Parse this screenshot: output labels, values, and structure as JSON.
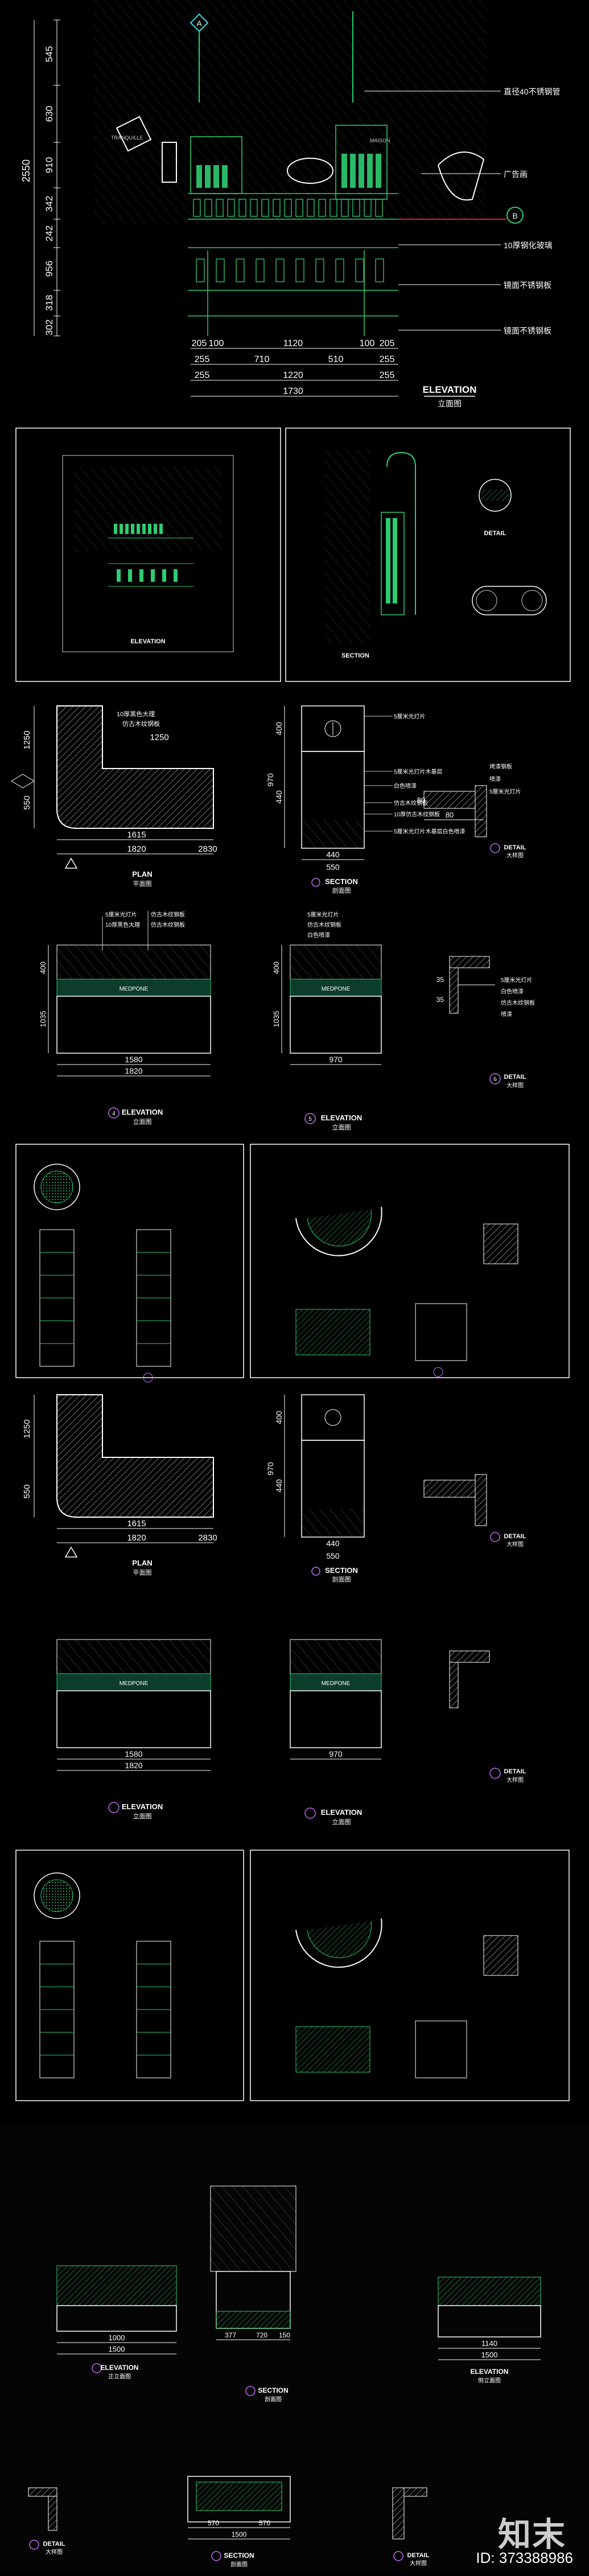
{
  "sheet1": {
    "heights": [
      "545",
      "630",
      "910",
      "342",
      "242",
      "956",
      "318",
      "302"
    ],
    "total_height": "2550",
    "widths_row1": [
      "205",
      "100",
      "1120",
      "100",
      "205"
    ],
    "widths_row2": [
      "255",
      "710",
      "510",
      "255"
    ],
    "widths_row3": [
      "255",
      "1220",
      "255"
    ],
    "total_width": "1730",
    "callouts": [
      "直径40不锈钢管",
      "广告画",
      "10厚钢化玻璃",
      "镜面不锈钢板",
      "镜面不锈钢板"
    ],
    "title_en": "ELEVATION",
    "title_cn": "立面图",
    "marker_a": "A",
    "marker_b": "B",
    "product_text_left": "TRANQUILLE",
    "product_text_right": "MAISON"
  },
  "sheet2": {
    "left_title": "ELEVATION",
    "right_title": "SECTION",
    "detail_label": "DETAIL"
  },
  "block_a": {
    "plan": {
      "dims_side": [
        "1250",
        "550"
      ],
      "dims_bottom": [
        "1615",
        "1820"
      ],
      "dim_right": "2830",
      "title_en": "PLAN",
      "title_cn": "平面图",
      "labels": [
        "10厚黑色大理",
        "仿古木纹钢板"
      ]
    },
    "section": {
      "dims_left": [
        "400",
        "440",
        "970"
      ],
      "dims_bottom": [
        "440",
        "550"
      ],
      "title_en": "SECTION",
      "title_cn": "剖面图",
      "labels": [
        "5厘米光灯片",
        "5厘米光灯片木基层",
        "白色喷漆",
        "仿古木纹钢板",
        "10厚仿古木纹钢板",
        "5厘米光灯片木基层白色喷漆"
      ]
    },
    "detail": {
      "dims": [
        "80",
        "80"
      ],
      "title_en": "DETAIL",
      "title_cn": "大样图",
      "labels": [
        "烤漆钢板",
        "喷漆",
        "5厘米光灯片"
      ]
    },
    "front_elev": {
      "dims_bottom": [
        "1580",
        "1820"
      ],
      "dims_left": [
        "400",
        "1035"
      ],
      "labels": [
        "5厘米光灯片",
        "仿古木纹钢板",
        "10厚黑色大理",
        "仿古木纹钢板"
      ],
      "brand": "MEDPONE",
      "title_en": "ELEVATION",
      "title_cn": "立面图",
      "num": "4"
    },
    "side_elev": {
      "dims_bottom": [
        "970"
      ],
      "dims_left": [
        "400",
        "1035"
      ],
      "labels": [
        "5厘米光灯片",
        "仿古木纹钢板",
        "白色喷漆"
      ],
      "brand": "MEDPONE",
      "title_en": "ELEVATION",
      "title_cn": "立面图",
      "num": "5"
    },
    "detail2": {
      "dims": [
        "35",
        "35"
      ],
      "labels": [
        "5厘米光灯片",
        "白色喷漆",
        "仿古木纹钢板",
        "喷漆"
      ],
      "title_en": "DETAIL",
      "title_cn": "大样图",
      "num": "6"
    }
  },
  "block_b": {
    "plan": {
      "dims_side": [
        "1250",
        "550"
      ],
      "dims_bottom": [
        "1615",
        "1820"
      ],
      "dim_right": "2830",
      "title_en": "PLAN",
      "title_cn": "平面图"
    },
    "section": {
      "dims_left": [
        "400",
        "440",
        "970"
      ],
      "dims_bottom": [
        "440",
        "550"
      ],
      "title_en": "SECTION",
      "title_cn": "剖面图"
    },
    "detail": {
      "title_en": "DETAIL",
      "title_cn": "大样图"
    },
    "front_elev": {
      "dims_bottom": [
        "1580",
        "1820"
      ],
      "brand": "MEDPONE",
      "title_en": "ELEVATION",
      "title_cn": "立面图"
    },
    "side_elev": {
      "dims_bottom": [
        "970"
      ],
      "brand": "MEDPONE",
      "title_en": "ELEVATION",
      "title_cn": "立面图"
    },
    "detail2": {
      "title_en": "DETAIL",
      "title_cn": "大样图"
    }
  },
  "bottom": {
    "left_elev": {
      "dims_bottom": [
        "1000",
        "1500"
      ],
      "title_en": "ELEVATION",
      "title_cn": "正立面图"
    },
    "section": {
      "dims_bottom": [
        "377",
        "720",
        "150"
      ],
      "title_en": "SECTION",
      "title_cn": "剖面图"
    },
    "right_elev": {
      "dims_bottom": [
        "1140",
        "1500"
      ],
      "title_en": "ELEVATION",
      "title_cn": "侧立面图"
    },
    "detail_left": {
      "title_en": "DETAIL",
      "title_cn": "大样图"
    },
    "section2": {
      "dims_bottom": [
        "570",
        "570",
        "1500"
      ],
      "title_en": "SECTION",
      "title_cn": "剖面图"
    },
    "detail_right": {
      "title_en": "DETAIL",
      "title_cn": "大样图"
    }
  },
  "watermark": {
    "brand": "知末",
    "id": "ID: 373388986"
  },
  "colors": {
    "bg": "#000000",
    "line": "#ffffff",
    "green": "#22c55e",
    "cyan": "#33dddd",
    "magenta": "#c06cf0",
    "yellow": "#f5e23a",
    "red": "#ff3b3b"
  }
}
